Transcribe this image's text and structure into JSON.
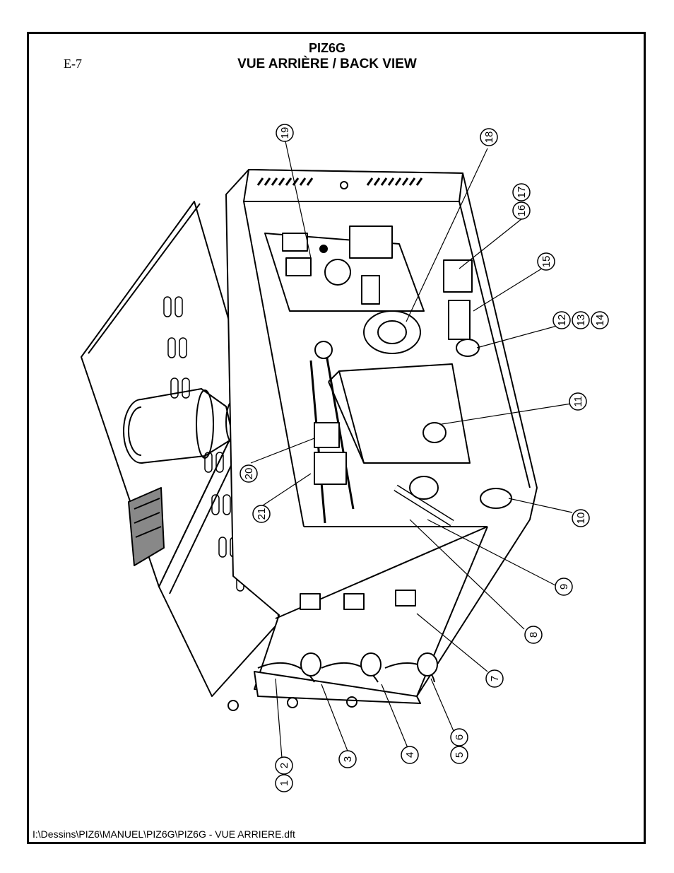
{
  "header": {
    "page_code": "E-7",
    "model": "PIZ6G",
    "view_title": "VUE ARRIÈRE / BACK VIEW"
  },
  "footer": {
    "file_path": "I:\\Dessins\\PIZ6\\MANUEL\\PIZ6G\\PIZ6G - VUE ARRIERE.dft"
  },
  "callouts": {
    "c1": "1",
    "c2": "2",
    "c3": "3",
    "c4": "4",
    "c5": "5",
    "c6": "6",
    "c7": "7",
    "c8": "8",
    "c9": "9",
    "c10": "10",
    "c11": "11",
    "c12": "12",
    "c13": "13",
    "c14": "14",
    "c15": "15",
    "c16": "16",
    "c17": "17",
    "c18": "18",
    "c19": "19",
    "c20": "20",
    "c21": "21"
  }
}
